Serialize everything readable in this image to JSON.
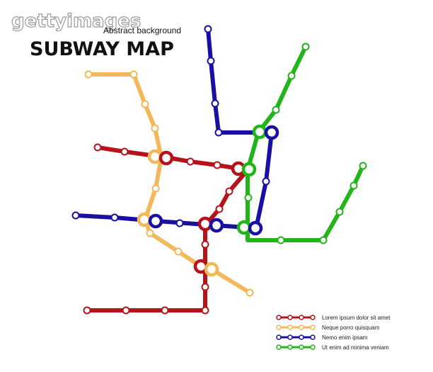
{
  "watermark": "gettyimages",
  "subtitle": "Abstract background",
  "title": "SUBWAY MAP",
  "colors": {
    "red": "#b5121b",
    "yellow": "#f3b85a",
    "blue": "#1a0fa3",
    "green": "#22b51a",
    "station_fill": "#ffffff"
  },
  "legend": [
    {
      "label": "Lorem ipsum dolor sit amet",
      "color": "#b5121b"
    },
    {
      "label": "Neque porro quisquam",
      "color": "#f3b85a"
    },
    {
      "label": "Nemo enim ipsam",
      "color": "#1a0fa3"
    },
    {
      "label": "Ut enim ad minima veniam",
      "color": "#22b51a"
    }
  ]
}
